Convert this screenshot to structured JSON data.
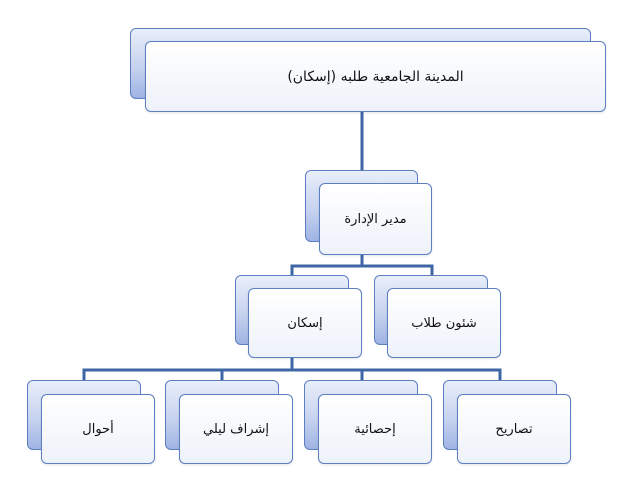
{
  "colors": {
    "connector": "#3e66a6",
    "border": "#5b7fbf",
    "back_gradient_top": "#e9eefa",
    "back_gradient_bottom": "#9fb4e4",
    "front_fill": "#ffffff"
  },
  "org_chart": {
    "root": {
      "label": "المدينة الجامعية طلبه (إسكان)"
    },
    "director": {
      "label": "مدير الإدارة"
    },
    "departments": [
      {
        "label": "شئون طلاب"
      },
      {
        "label": "إسكان"
      }
    ],
    "sections": [
      {
        "label": "تصاريح"
      },
      {
        "label": "إحصائية"
      },
      {
        "label": "إشراف ليلي"
      },
      {
        "label": "أحوال"
      }
    ]
  }
}
